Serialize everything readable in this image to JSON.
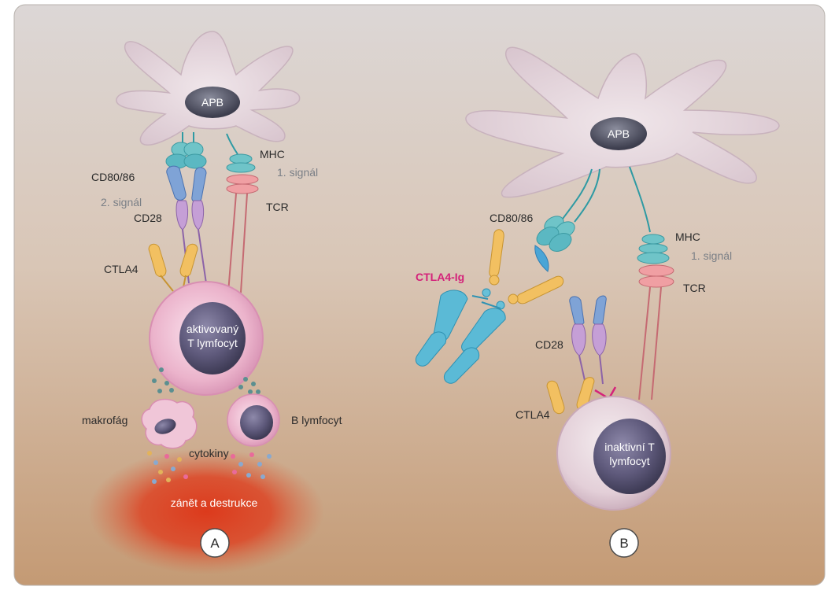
{
  "panel_a": {
    "apc_label": "APB",
    "cd80_label": "CD80/86",
    "signal2_label": "2. signál",
    "cd28_label": "CD28",
    "mhc_label": "MHC",
    "signal1_label": "1. signál",
    "tcr_label": "TCR",
    "ctla4_label": "CTLA4",
    "tcell_line1": "aktivovaný",
    "tcell_line2": "T lymfocyt",
    "macrophage_label": "makrofág",
    "bcell_label": "B lymfocyt",
    "cytokines_label": "cytokiny",
    "inflammation_label": "zánět a destrukce",
    "panel_letter": "A"
  },
  "panel_b": {
    "apc_label": "APB",
    "cd80_label": "CD80/86",
    "ctla4ig_label": "CTLA4-Ig",
    "mhc_label": "MHC",
    "signal1_label": "1. signál",
    "tcr_label": "TCR",
    "cd28_label": "CD28",
    "ctla4_label": "CTLA4",
    "tcell_line1": "inaktivní T",
    "tcell_line2": "lymfocyt",
    "panel_letter": "B"
  },
  "colors": {
    "background_top": "#ddd8d6",
    "background_bottom": "#c8a07d",
    "apc_body": "#e4d6dc",
    "nucleus": "#4f4d66",
    "ctla4ig_text": "#d4237a",
    "inflammation": "#d9381e",
    "label_text": "#2b2b2b",
    "signal_text": "#7a7f86"
  }
}
